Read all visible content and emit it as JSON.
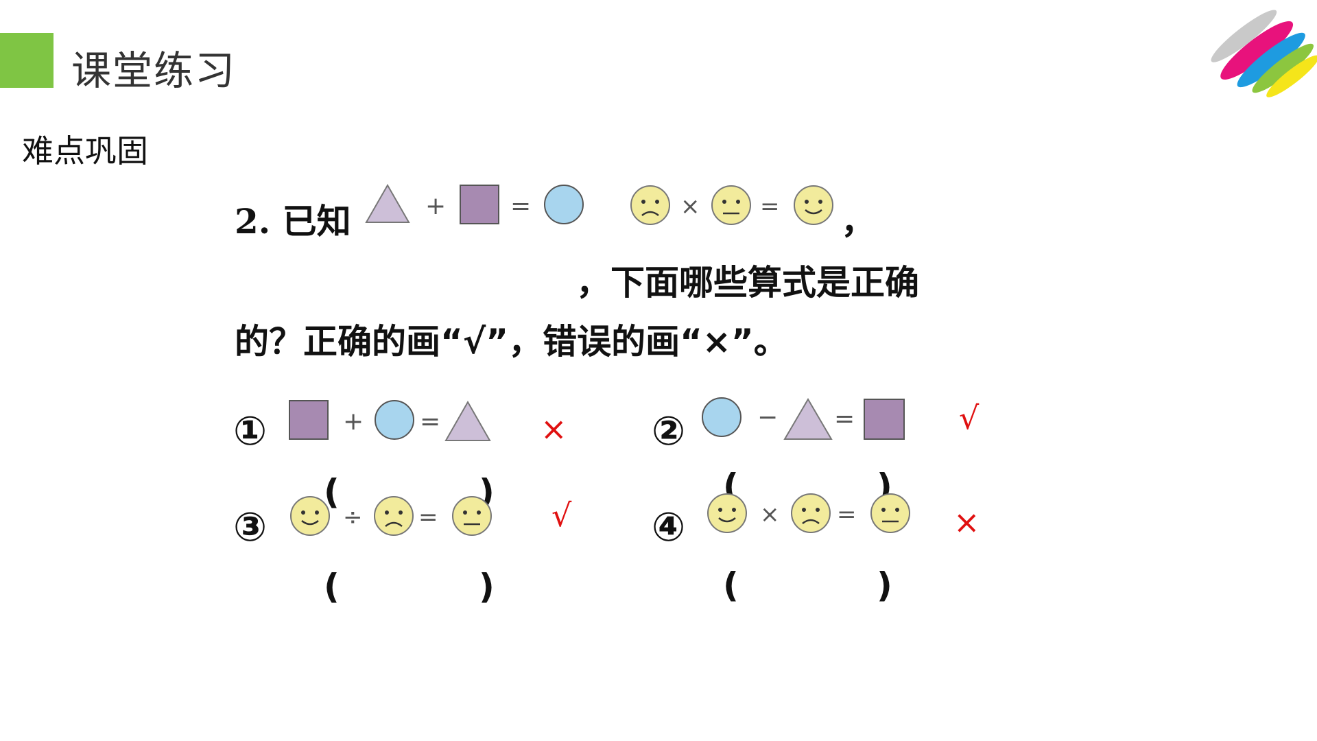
{
  "header": {
    "title": "课堂练习",
    "subtitle": "难点巩固"
  },
  "question": {
    "number": "2.",
    "known_label": "已知",
    "comma1": "，",
    "line2": "，下面哪些算式是正确",
    "line3": "的？正确的画“√”，错误的画“×”。"
  },
  "items": [
    {
      "label": "①",
      "mark": "×",
      "lparen": "(",
      "rparen": ")"
    },
    {
      "label": "②",
      "mark": "√",
      "lparen": "(",
      "rparen": ")"
    },
    {
      "label": "③",
      "mark": "√",
      "lparen": "(",
      "rparen": ")"
    },
    {
      "label": "④",
      "mark": "×",
      "lparen": "(",
      "rparen": ")"
    }
  ],
  "colors": {
    "accent_green": "#7fc544",
    "triangle": "#cdbfd8",
    "square": "#a78ab1",
    "circle": "#a8d5ee",
    "smiley": "#f2eb9c",
    "mark_red": "#e01010"
  },
  "icons": [
    "triangle-icon",
    "square-icon",
    "circle-icon",
    "sad-face-icon",
    "neutral-face-icon",
    "happy-face-icon"
  ]
}
